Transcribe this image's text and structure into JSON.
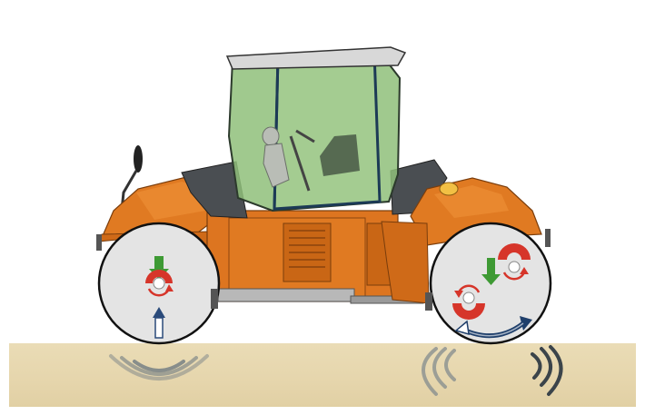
{
  "diagram": {
    "subject": "double-drum-roller",
    "front_drum": {
      "mode": "vibration",
      "icons": [
        "down-arrow-icon",
        "rotating-mass-icon",
        "up-arrow-icon"
      ]
    },
    "rear_drum": {
      "mode": "oscillation",
      "icons": [
        "down-arrow-icon",
        "rotating-mass-icon",
        "rotating-mass-icon",
        "curved-arrow-icon"
      ]
    },
    "colors": {
      "body": "#e07a22",
      "body_dark": "#b85a12",
      "cab_glass": "#8fbf7a",
      "drum": "#e4e4e4",
      "ground": "#e6d7ae",
      "arrow_green": "#3e9a34",
      "arrow_blue": "#2a4a7a",
      "mass_red": "#d6352a",
      "wave": "#6f7b82"
    }
  }
}
